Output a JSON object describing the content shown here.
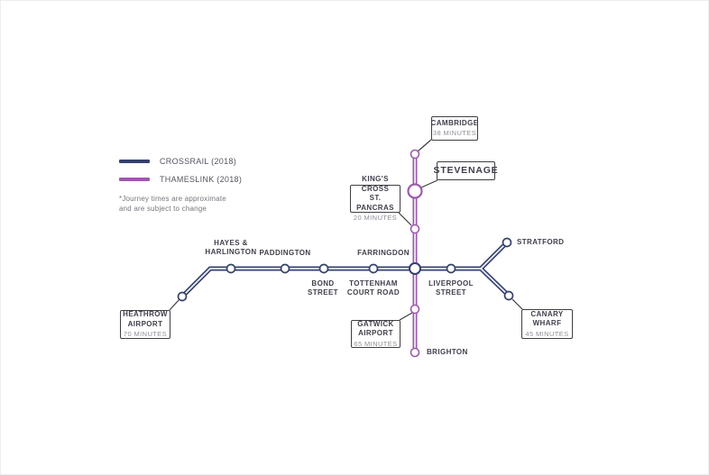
{
  "lines": {
    "crossrail": {
      "label": "CROSSRAIL (2018)",
      "color": "#35406d"
    },
    "thameslink": {
      "label": "THAMESLINK (2018)",
      "color": "#9d59ad"
    }
  },
  "legend": {
    "note": "*Journey times are approximate\nand are subject to change"
  },
  "stations": {
    "hayes_harlington": "HAYES &\nHARLINGTON",
    "paddington": "PADDINGTON",
    "bond_street": "BOND\nSTREET",
    "tottenham_court_road": "TOTTENHAM\nCOURT ROAD",
    "farringdon": "FARRINGDON",
    "liverpool_street": "LIVERPOOL\nSTREET",
    "stratford": "STRATFORD",
    "brighton": "BRIGHTON"
  },
  "callouts": {
    "cambridge": {
      "title": "CAMBRIDGE",
      "time": "38 MINUTES"
    },
    "stevenage": {
      "title": "STEVENAGE"
    },
    "kings_cross": {
      "title": "KING'S CROSS\nST. PANCRAS",
      "time": "20 MINUTES"
    },
    "heathrow": {
      "title": "HEATHROW\nAIRPORT",
      "time": "70 MINUTES"
    },
    "gatwick": {
      "title": "GATWICK\nAIRPORT",
      "time": "65 MINUTES"
    },
    "canary_wharf": {
      "title": "CANARY\nWHARF",
      "time": "45 MINUTES"
    }
  }
}
